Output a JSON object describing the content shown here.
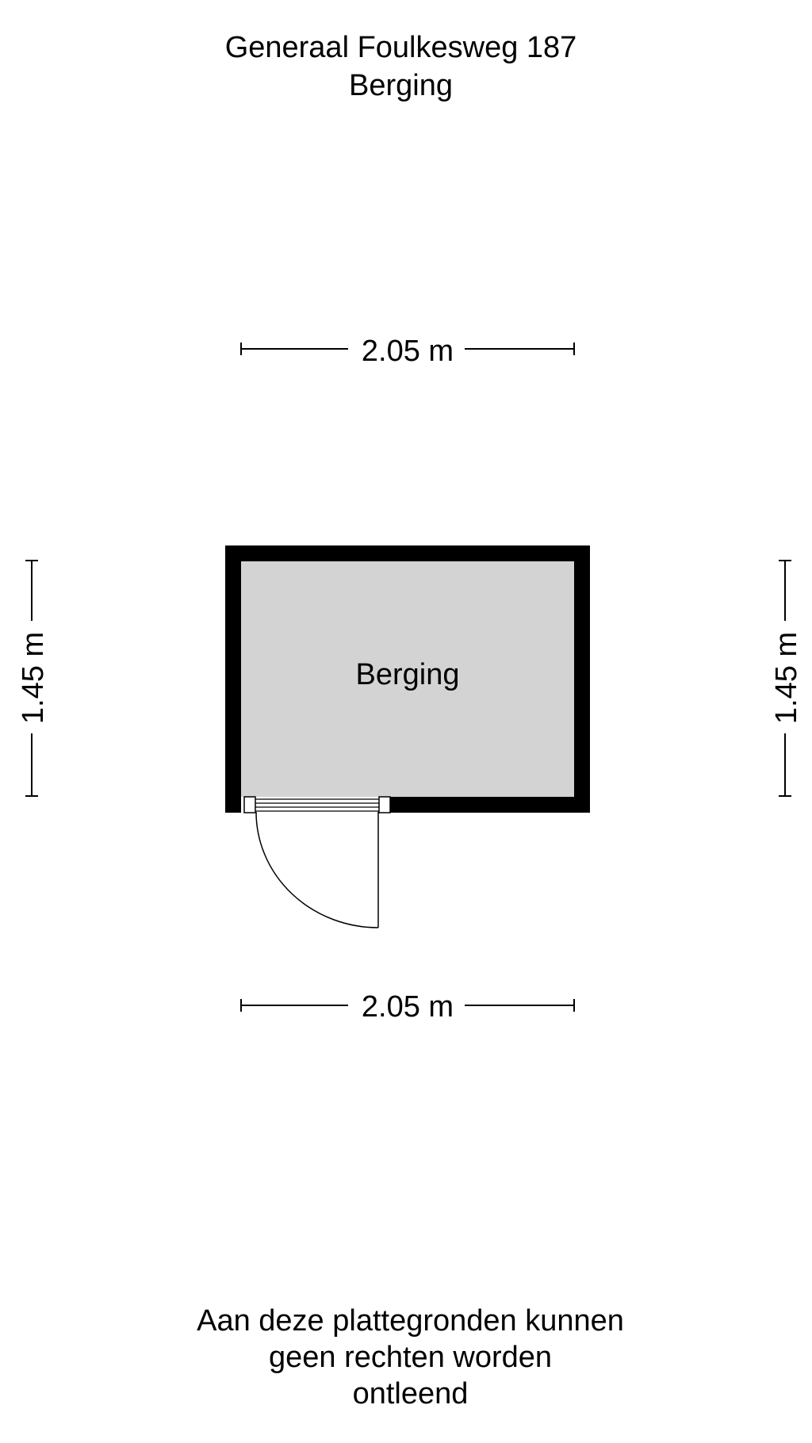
{
  "header": {
    "address": "Generaal Foulkesweg 187",
    "floor": "Berging"
  },
  "plan": {
    "room_label": "Berging",
    "dimension_top": "2.05 m",
    "dimension_bottom": "2.05 m",
    "dimension_left": "1.45 m",
    "dimension_right": "1.45 m",
    "colors": {
      "wall": "#000000",
      "floor": "#d3d3d3",
      "background": "#ffffff"
    }
  },
  "footer": {
    "disclaimer_line1": "Aan deze plattegronden kunnen",
    "disclaimer_line2": "geen rechten worden",
    "disclaimer_line3": "ontleend"
  }
}
